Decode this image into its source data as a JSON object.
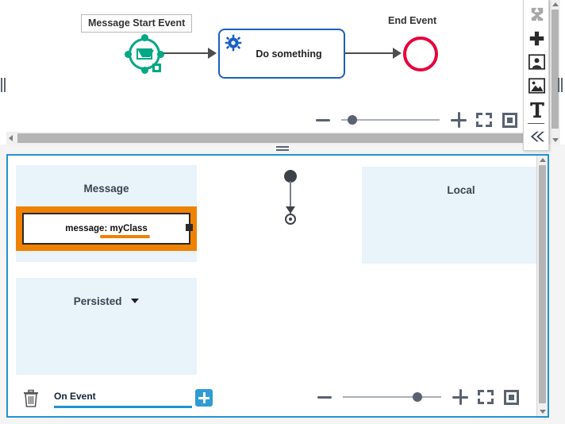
{
  "top_panel": {
    "name": "bpmn-diagram-editor",
    "elements": {
      "start_event": {
        "label": "Message Start Event",
        "icon": "message-envelope-icon",
        "color": "#00a883",
        "selected": true
      },
      "task": {
        "label": "Do something",
        "icon": "service-task-gear-icon",
        "color": "#1b5fc1"
      },
      "end_event": {
        "label": "End Event",
        "icon": "end-event-icon",
        "color": "#e8003c"
      }
    },
    "zoom_controls": {
      "minus_label": "−",
      "plus_label": "+",
      "fit_label": "Fit to screen",
      "reset_label": "Reset zoom",
      "slider_percent": 10
    }
  },
  "palette": {
    "name": "shape-palette",
    "items": [
      {
        "icon": "multi-shape-icon",
        "label": "Shapes"
      },
      {
        "icon": "plus-thick-icon",
        "label": "Add"
      },
      {
        "icon": "person-frame-icon",
        "label": "Actor"
      },
      {
        "icon": "image-frame-icon",
        "label": "Image"
      },
      {
        "icon": "text-tool-icon",
        "label": "Text"
      }
    ],
    "collapse": {
      "icon": "double-chevron-left-icon",
      "label": "Collapse"
    }
  },
  "bottom_panel": {
    "name": "event-subprocess-editor",
    "pools": [
      {
        "title": "Message",
        "name": "pool-message"
      },
      {
        "title": "Local",
        "name": "pool-local"
      },
      {
        "title": "Persisted",
        "name": "pool-persisted",
        "has_dropdown": true
      }
    ],
    "selected_node": {
      "text": "message: myClass",
      "prefix": "message: ",
      "value": "myClass",
      "selection_color": "#ef8200"
    },
    "flow": {
      "start_icon": "start-node-icon",
      "end_icon": "end-node-icon"
    },
    "toolbar": {
      "delete_icon": "trash-icon",
      "event_value": "On Event",
      "add_icon": "plus-square-icon",
      "accent_color": "#1f93d0"
    },
    "zoom_controls": {
      "minus_label": "−",
      "plus_label": "+",
      "fit_label": "Fit to screen",
      "reset_label": "Reset zoom",
      "slider_percent": 75
    }
  }
}
